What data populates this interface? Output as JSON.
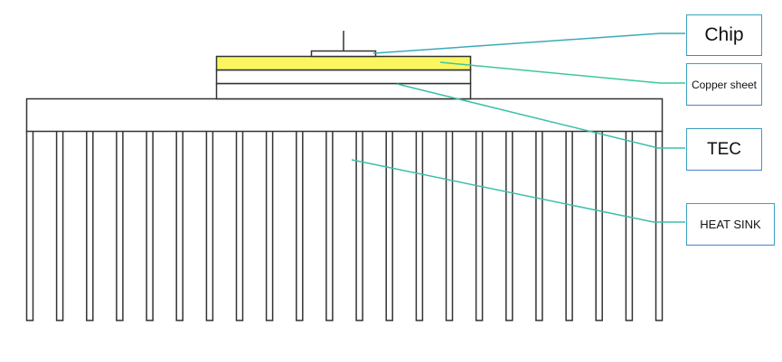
{
  "labels": {
    "chip": "Chip",
    "copper_sheet": "Copper sheet",
    "tec": "TEC",
    "heat_sink": "HEAT SINK"
  },
  "colors": {
    "copper_fill": "#fbf560",
    "leader_teal": "#3aaab8",
    "leader_green": "#3cc6a0",
    "outline": "#333333"
  },
  "fin_count": 22
}
